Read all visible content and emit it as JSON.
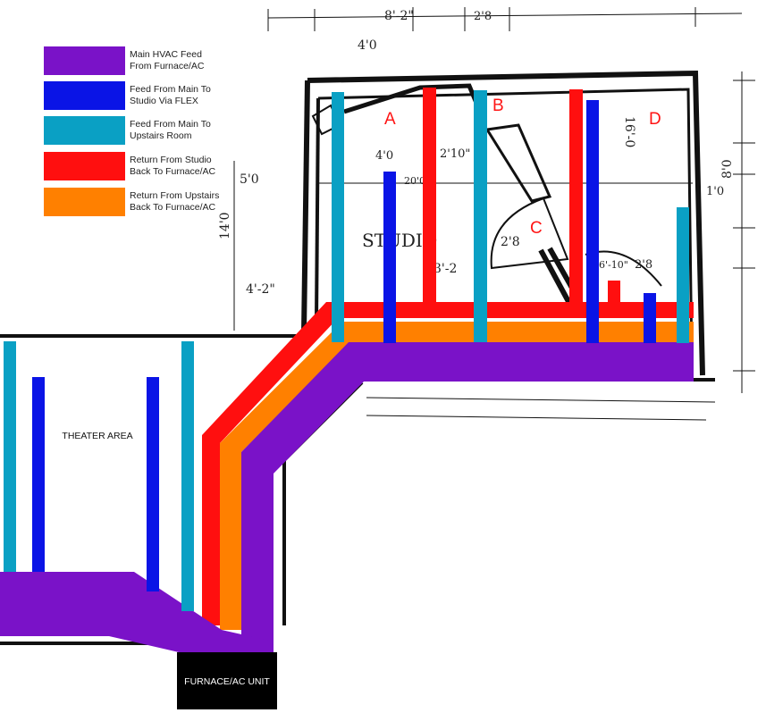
{
  "legend": [
    {
      "line1": "Main HVAC Feed",
      "line2": "From Furnace/AC",
      "color": "#7a12c8"
    },
    {
      "line1": "Feed From Main To",
      "line2": "Studio Via FLEX",
      "color": "#0a14e6"
    },
    {
      "line1": "Feed From Main To",
      "line2": "Upstairs Room",
      "color": "#0aa0c4"
    },
    {
      "line1": "Return From Studio",
      "line2": "Back To Furnace/AC",
      "color": "#ff0f0f"
    },
    {
      "line1": "Return From Upstairs",
      "line2": "Back To Furnace/AC",
      "color": "#ff8000"
    }
  ],
  "zones": {
    "a": "A",
    "b": "B",
    "c": "C",
    "d": "D"
  },
  "labels": {
    "theater": "THEATER AREA",
    "furnace": "FURNACE/AC UNIT",
    "studio": "STUDIO"
  },
  "dimensions": [
    "8'-2\"",
    "2'8",
    "4'0",
    "5'0",
    "14'0",
    "4'-2\"",
    "3'-2",
    "2'10\"",
    "16'-0",
    "8'0",
    "1'0",
    "2'8",
    "4'0",
    "20'0",
    "2'8",
    "6'-10\""
  ],
  "colors": {
    "main": "#7a12c8",
    "studio_feed": "#0a14e6",
    "upstairs_feed": "#0aa0c4",
    "studio_return": "#ff0f0f",
    "upstairs_return": "#ff8000"
  }
}
